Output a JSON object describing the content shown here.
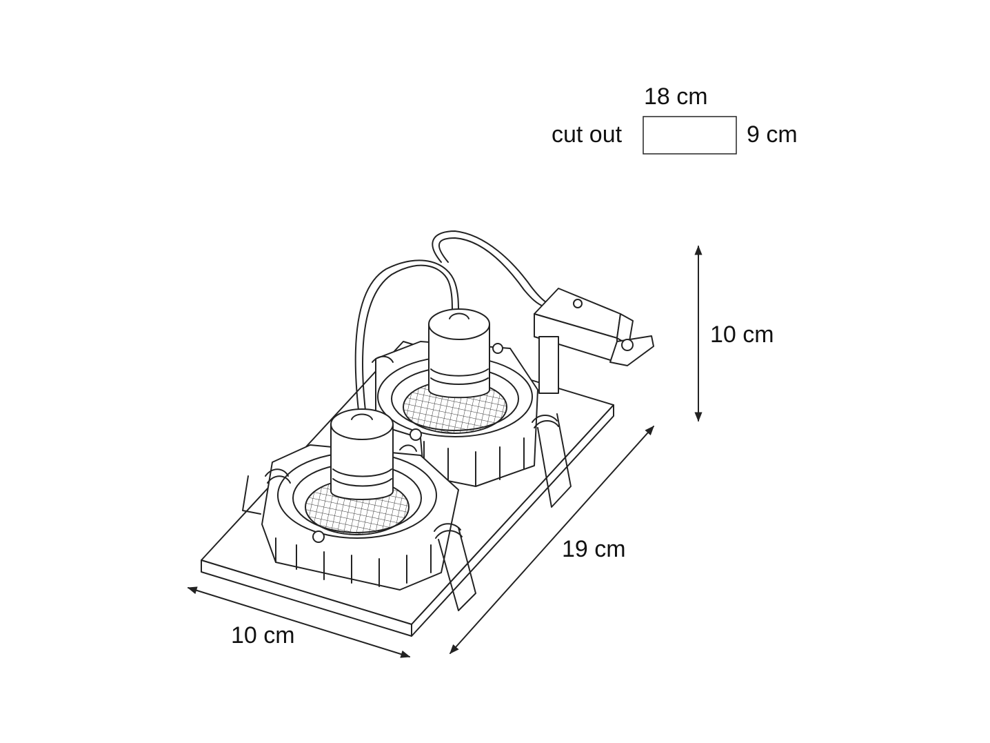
{
  "cutout": {
    "label": "cut out",
    "width": "18 cm",
    "height": "9 cm"
  },
  "dimensions": {
    "height": "10 cm",
    "length": "19 cm",
    "width": "10 cm"
  }
}
